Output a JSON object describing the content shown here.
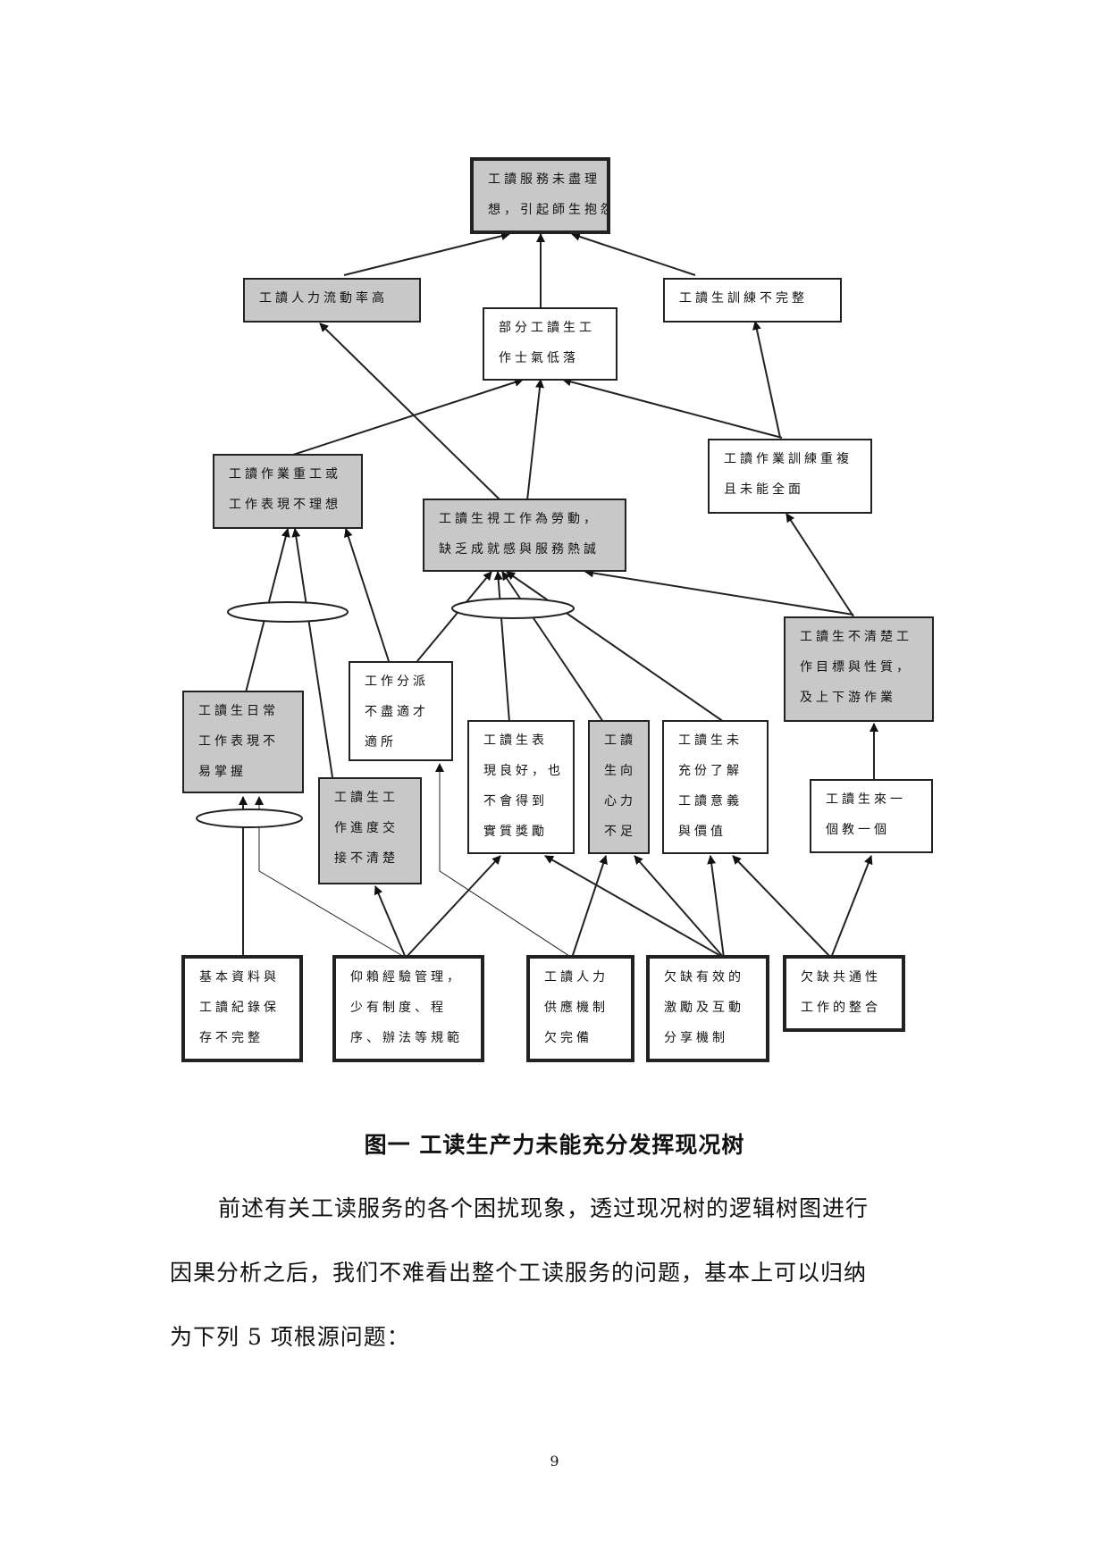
{
  "diagram": {
    "nodes": [
      {
        "id": "n1",
        "lines": [
          "工讀服務未盡理",
          "想，引起師生抱怨"
        ]
      },
      {
        "id": "n2",
        "lines": [
          "工讀人力流動率高"
        ]
      },
      {
        "id": "n3",
        "lines": [
          "部分工讀生工",
          "作士氣低落"
        ]
      },
      {
        "id": "n4",
        "lines": [
          "工讀生訓練不完整"
        ]
      },
      {
        "id": "n5",
        "lines": [
          "工讀作業重工或",
          "工作表現不理想"
        ]
      },
      {
        "id": "n6",
        "lines": [
          "工讀生視工作為勞動，",
          "缺乏成就感與服務熱誠"
        ]
      },
      {
        "id": "n7",
        "lines": [
          "工讀作業訓練重複",
          "且未能全面"
        ]
      },
      {
        "id": "n8",
        "lines": [
          "工作分派",
          "不盡適才",
          "適所"
        ]
      },
      {
        "id": "n9",
        "lines": [
          "工讀生不清楚工",
          "作目標與性質，",
          "及上下游作業"
        ]
      },
      {
        "id": "n10",
        "lines": [
          "工讀生日常",
          "工作表現不",
          "易掌握"
        ]
      },
      {
        "id": "n11",
        "lines": [
          "工讀生表",
          "現良好，也",
          "不會得到",
          "實質獎勵"
        ]
      },
      {
        "id": "n12",
        "lines": [
          "工讀",
          "生向",
          "心力",
          "不足"
        ]
      },
      {
        "id": "n13",
        "lines": [
          "工讀生未",
          "充份了解",
          "工讀意義",
          "與價值"
        ]
      },
      {
        "id": "n14",
        "lines": [
          "工讀生工",
          "作進度交",
          "接不清楚"
        ]
      },
      {
        "id": "n15",
        "lines": [
          "工讀生來一",
          "個教一個"
        ]
      },
      {
        "id": "n16",
        "lines": [
          "基本資料與",
          "工讀紀錄保",
          "存不完整"
        ]
      },
      {
        "id": "n17",
        "lines": [
          "仰賴經驗管理，",
          "少有制度、程",
          "序、辦法等規範"
        ]
      },
      {
        "id": "n18",
        "lines": [
          "工讀人力",
          "供應機制",
          "欠完備"
        ]
      },
      {
        "id": "n19",
        "lines": [
          "欠缺有效的",
          "激勵及互動",
          "分享機制"
        ]
      },
      {
        "id": "n20",
        "lines": [
          "欠缺共通性",
          "工作的整合"
        ]
      }
    ]
  },
  "caption": "图一  工读生产力未能充分发挥现况树",
  "paragraph": {
    "line1": "前述有关工读服务的各个困扰现象，透过现况树的逻辑树图进行",
    "line2": "因果分析之后，我们不难看出整个工读服务的问题，基本上可以归纳",
    "line3": "为下列 5 项根源问题："
  },
  "page_number": "9"
}
